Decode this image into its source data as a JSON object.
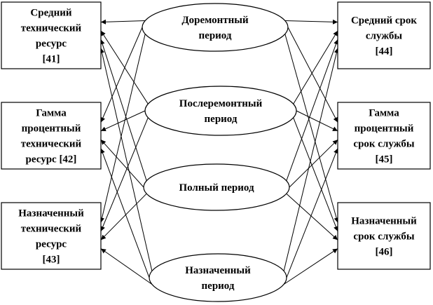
{
  "diagram": {
    "nodes": [
      {
        "id": "l1",
        "lines": [
          "Средний",
          "технический",
          "ресурс",
          "[41]"
        ]
      },
      {
        "id": "l2",
        "lines": [
          "Гамма",
          "процентный",
          "технический",
          "ресурс [42]"
        ]
      },
      {
        "id": "l3",
        "lines": [
          "Назначенный",
          "технический",
          "ресурс",
          "[43]"
        ]
      },
      {
        "id": "c1",
        "lines": [
          "Доремонтный",
          "период"
        ]
      },
      {
        "id": "c2",
        "lines": [
          "Послеремонтный",
          "период"
        ]
      },
      {
        "id": "c3",
        "lines": [
          "Полный период"
        ]
      },
      {
        "id": "c4",
        "lines": [
          "Назначенный",
          "период"
        ]
      },
      {
        "id": "r1",
        "lines": [
          "Средний срок",
          "службы",
          "[44]"
        ]
      },
      {
        "id": "r2",
        "lines": [
          "Гамма",
          "процентный",
          "срок службы",
          "[45]"
        ]
      },
      {
        "id": "r3",
        "lines": [
          "Назначенный",
          "срок службы",
          "[46]"
        ]
      }
    ],
    "edges": [
      [
        "c1",
        "l1"
      ],
      [
        "c1",
        "l2"
      ],
      [
        "c1",
        "l3"
      ],
      [
        "c1",
        "r1"
      ],
      [
        "c1",
        "r2"
      ],
      [
        "c1",
        "r3"
      ],
      [
        "c2",
        "l1"
      ],
      [
        "c2",
        "l2"
      ],
      [
        "c2",
        "l3"
      ],
      [
        "c2",
        "r1"
      ],
      [
        "c2",
        "r2"
      ],
      [
        "c2",
        "r3"
      ],
      [
        "c3",
        "l1"
      ],
      [
        "c3",
        "l2"
      ],
      [
        "c3",
        "l3"
      ],
      [
        "c3",
        "r1"
      ],
      [
        "c3",
        "r2"
      ],
      [
        "c3",
        "r3"
      ],
      [
        "c4",
        "l1"
      ],
      [
        "c4",
        "l2"
      ],
      [
        "c4",
        "l3"
      ],
      [
        "c4",
        "r1"
      ],
      [
        "c4",
        "r2"
      ],
      [
        "c4",
        "r3"
      ]
    ]
  }
}
